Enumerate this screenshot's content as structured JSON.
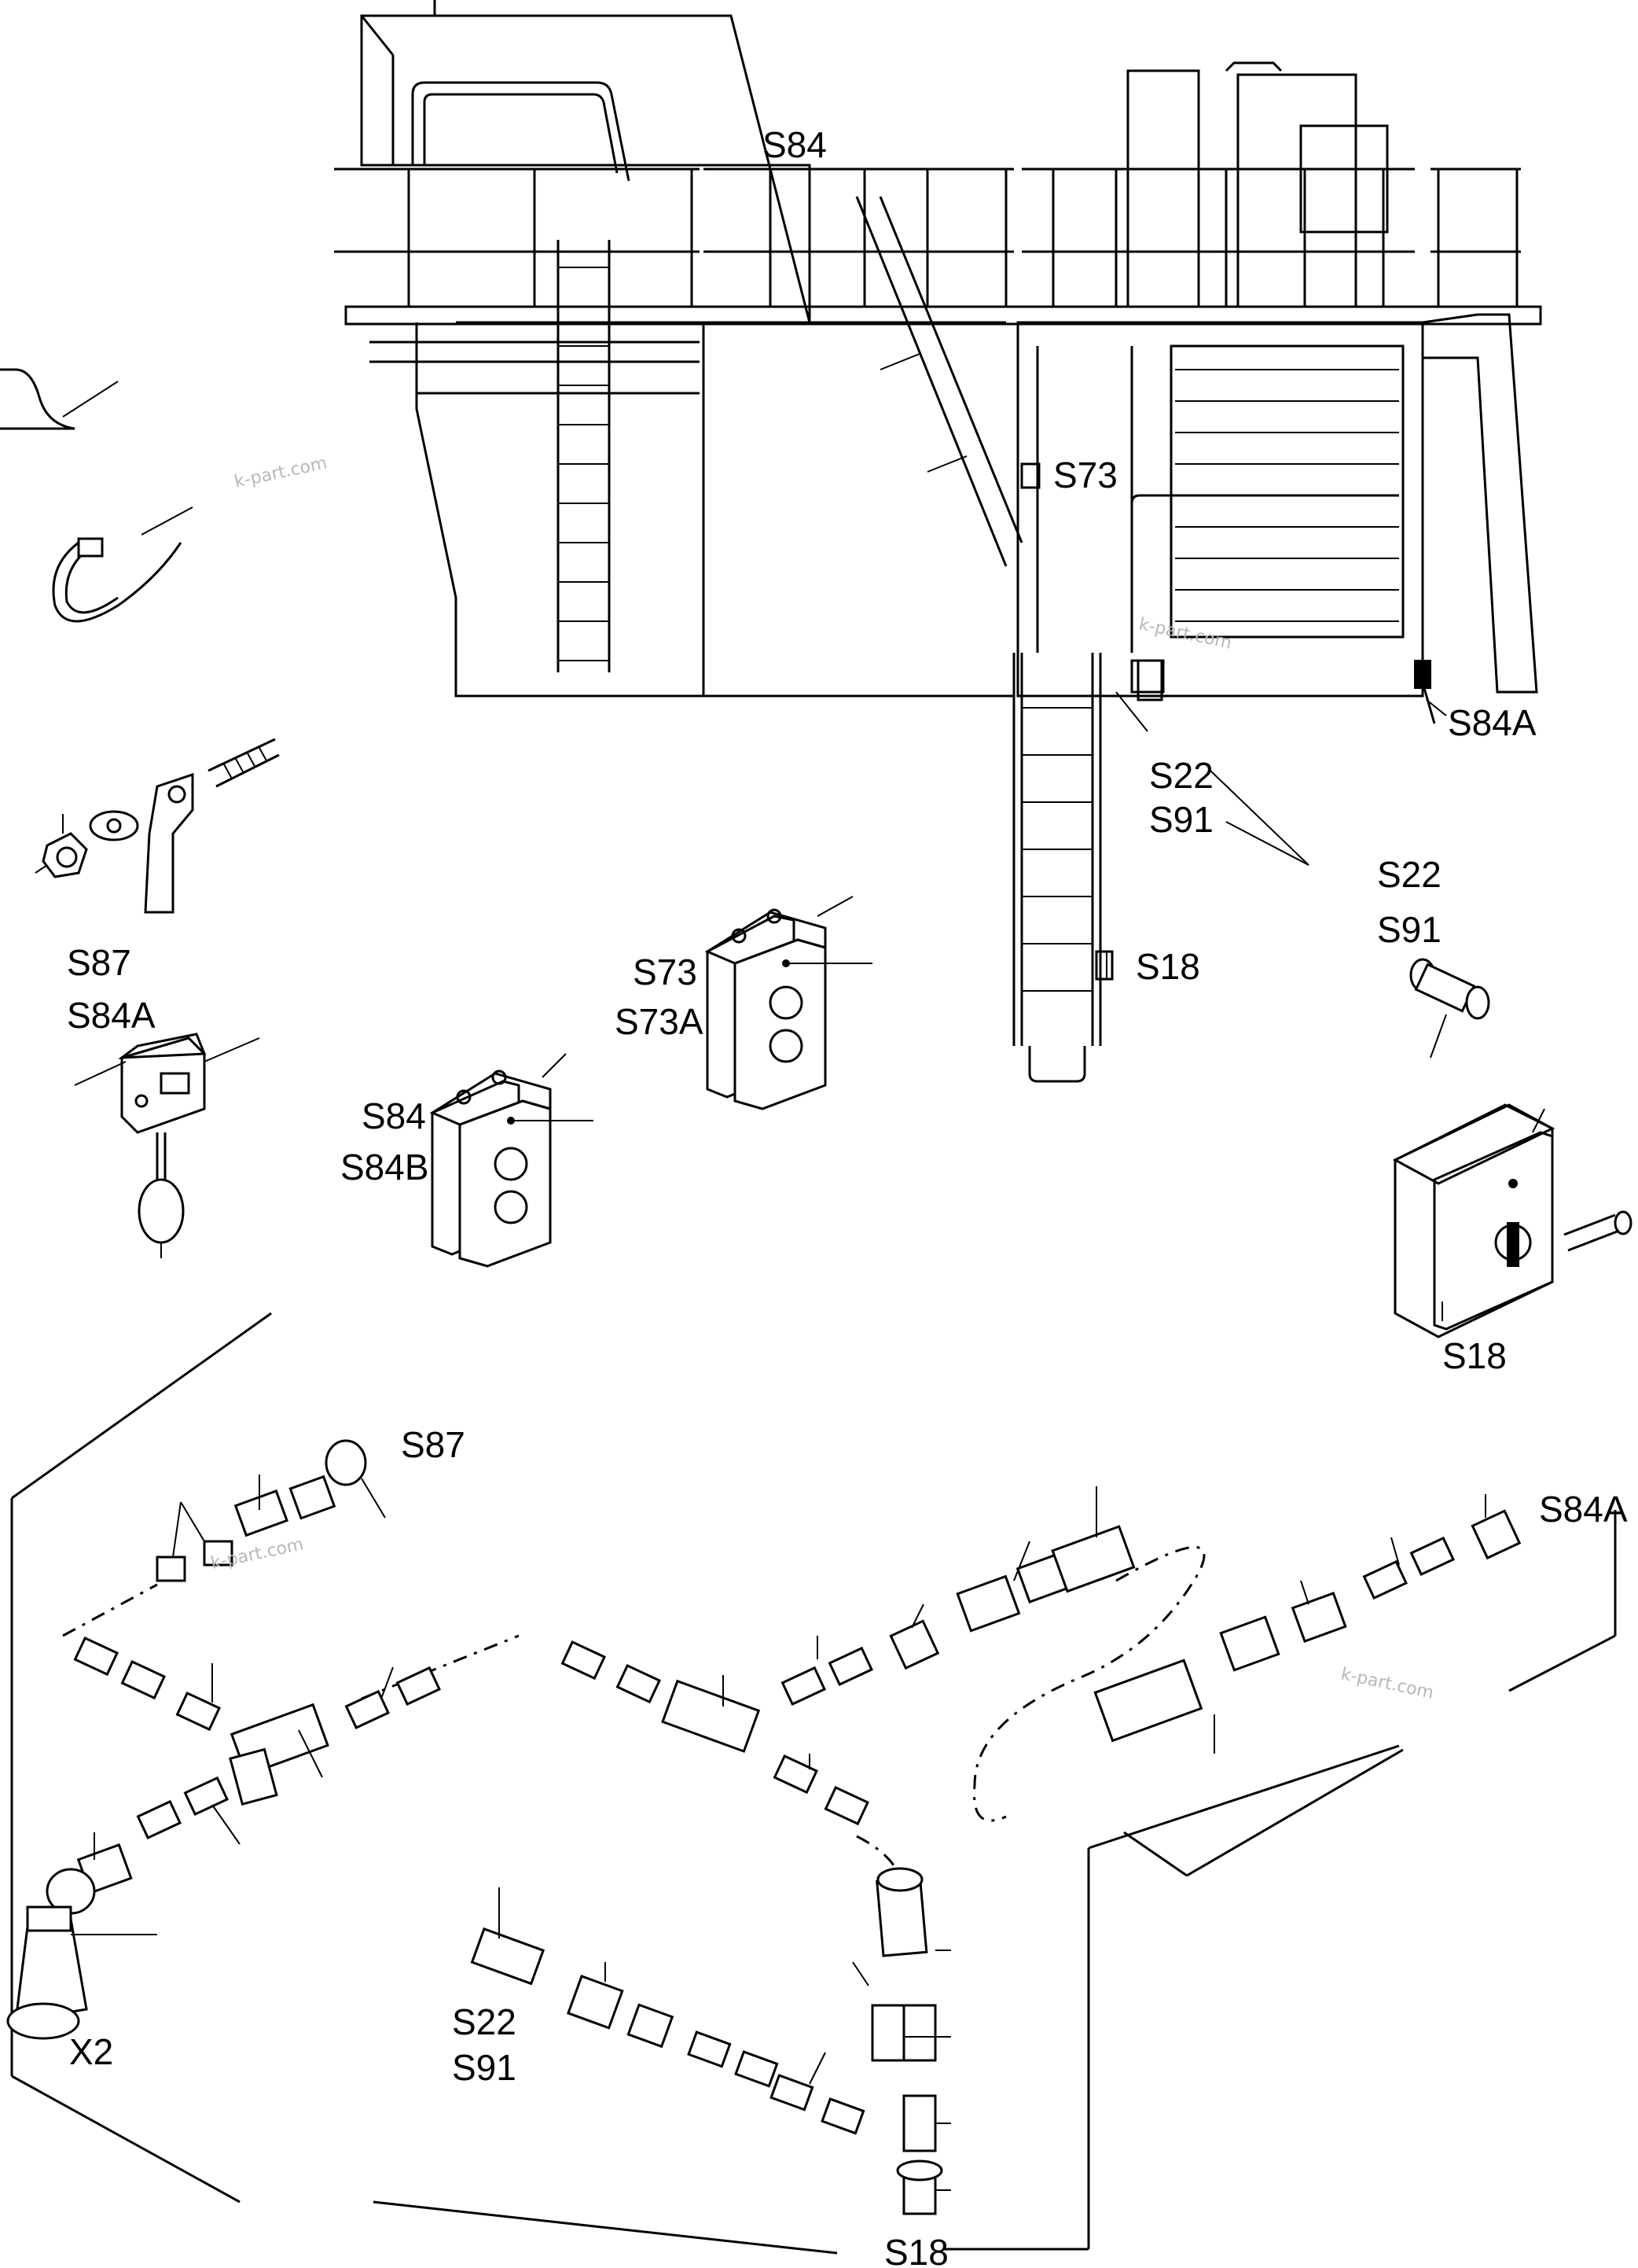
{
  "labels": {
    "s84_top": "S84",
    "s73_top": "S73",
    "s84a_top": "S84A",
    "s22_top": "S22",
    "s91_top": "S91",
    "s18_mid": "S18",
    "s22_right": "S22",
    "s91_right": "S91",
    "s87_left": "S87",
    "s84a_left": "S84A",
    "s73_block": "S73",
    "s73a_block": "S73A",
    "s84_block": "S84",
    "s84b_block": "S84B",
    "s18_switch": "S18",
    "s87_harness": "S87",
    "s84a_harness": "S84A",
    "x2_plug": "X2",
    "s22_harness": "S22",
    "s91_harness": "S91",
    "s18_bottom": "S18"
  },
  "watermarks": [
    "k-part.com",
    "k-part.com",
    "k-part.com",
    "k-part.com"
  ]
}
